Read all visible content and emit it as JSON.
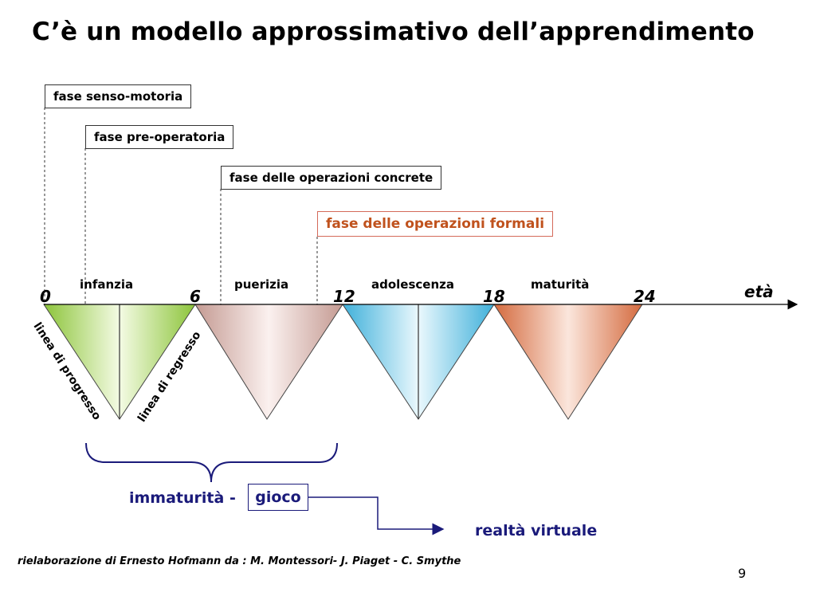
{
  "title": "C’è un modello approssimativo dell’apprendimento",
  "phases": {
    "senso_motoria": "fase senso-motoria",
    "pre_operatoria": "fase pre-operatoria",
    "operazioni_concrete": "fase delle operazioni concrete",
    "operazioni_formali": "fase delle operazioni formali"
  },
  "stages": {
    "infanzia": "infanzia",
    "puerizia": "puerizia",
    "adolescenza": "adolescenza",
    "maturita": "maturità"
  },
  "ages": {
    "a0": "0",
    "a6": "6",
    "a12": "12",
    "a18": "18",
    "a24": "24"
  },
  "axis_label": "età",
  "lines": {
    "progresso": "linea di progresso",
    "regresso": "linea di regresso"
  },
  "immaturita": "immaturità -",
  "gioco": "gioco",
  "realta_virtuale": "realtà virtuale",
  "credit": "rielaborazione di Ernesto Hofmann da : M. Montessori- J. Piaget - C. Smythe",
  "page_number": "9",
  "colors": {
    "infanzia": "#9ccc3a",
    "puerizia": "#c9a29b",
    "adolescenza": "#4cb6dc",
    "maturita": "#d9744a",
    "accent_formal": "#c0521d",
    "navy": "#1a1a7a"
  }
}
